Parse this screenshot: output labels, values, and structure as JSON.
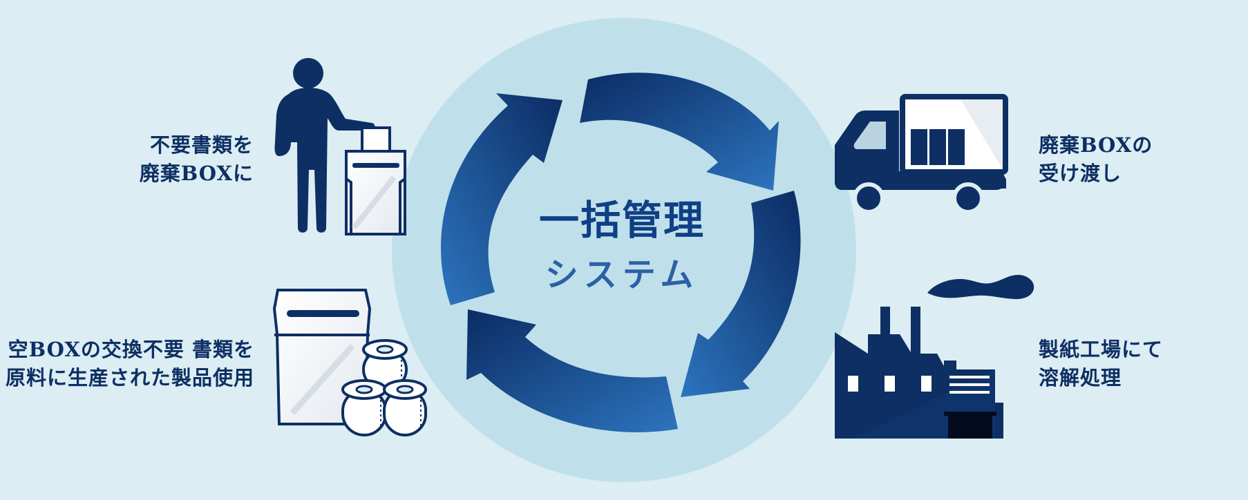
{
  "center": {
    "title_line1": "一括管理",
    "title_line2": "システム"
  },
  "steps": {
    "discard": {
      "line1": "不要書類を",
      "line2": "廃棄BOXに"
    },
    "handover": {
      "line1": "廃棄BOXの",
      "line2": "受け渡し"
    },
    "recycle": {
      "line1": "製紙工場にて",
      "line2": "溶解処理"
    },
    "exchange": {
      "line1": "空BOXの交換不要 書類を",
      "line2": "原料に生産された製品使用"
    }
  },
  "colors": {
    "background": "#dcedf3",
    "circle": "#bfe0ea",
    "navy": "#0d2f63",
    "arrow_dark": "#0b2c63",
    "arrow_light": "#2d74be",
    "icon_light": "#eef2f6",
    "title": "#0f3f85"
  },
  "icons": [
    "person-icon",
    "document-icon",
    "recycle-box-icon",
    "truck-icon",
    "factory-icon",
    "smoke-icon",
    "toilet-paper-icon",
    "cycle-arrows-icon"
  ]
}
